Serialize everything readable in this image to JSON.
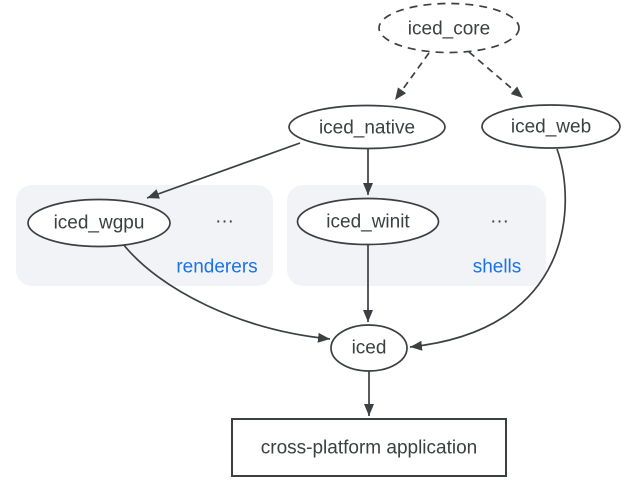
{
  "colors": {
    "background": "#ffffff",
    "stroke": "#3c4043",
    "text": "#3c4043",
    "node_fill": "#ffffff",
    "group_fill": "#f1f3f6",
    "group_label": "#1a73e8"
  },
  "nodes": {
    "iced_core": "iced_core",
    "iced_native": "iced_native",
    "iced_web": "iced_web",
    "iced_wgpu": "iced_wgpu",
    "iced_winit": "iced_winit",
    "iced": "iced",
    "application": "cross-platform application"
  },
  "groups": {
    "renderers": {
      "label": "renderers",
      "more": "..."
    },
    "shells": {
      "label": "shells",
      "more": "..."
    }
  }
}
